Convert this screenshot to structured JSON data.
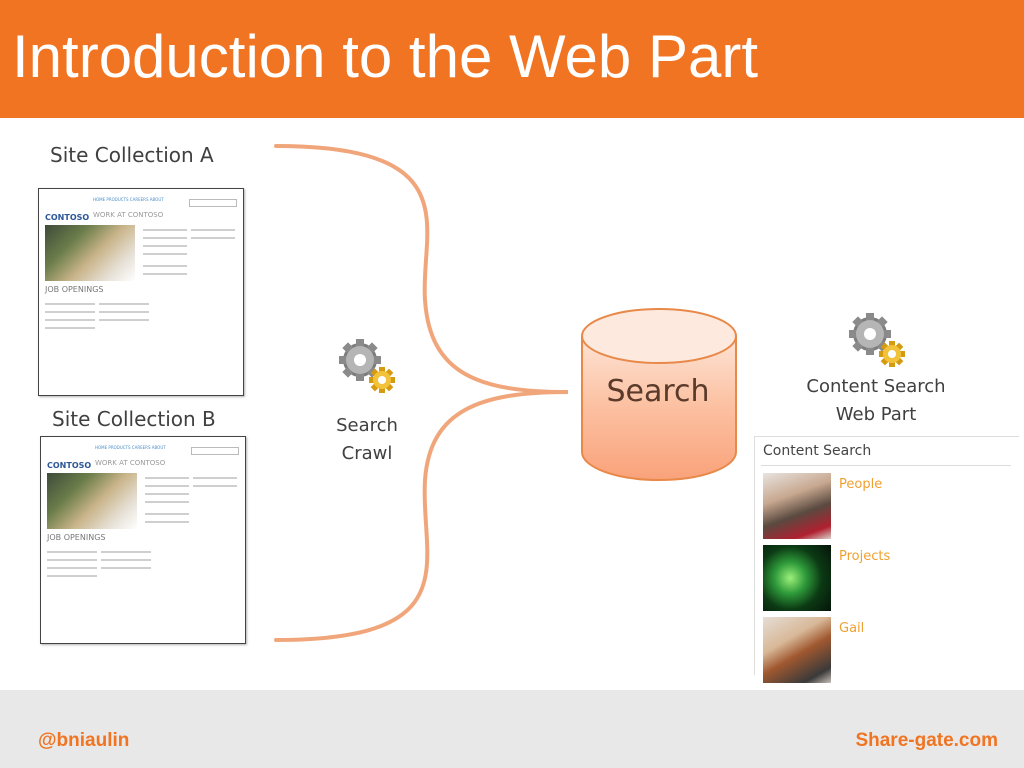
{
  "title": "Introduction to the Web Part",
  "footer": {
    "handle": "@bniaulin",
    "site": "Share-gate.com"
  },
  "sites": [
    {
      "label": "Site Collection A"
    },
    {
      "label": "Site Collection B"
    }
  ],
  "thumbnail": {
    "logo": "CONTOSO",
    "nav": "HOME   PRODUCTS   CAREERS   ABOUT",
    "heading": "WORK AT CONTOSO",
    "jobs": "JOB OPENINGS"
  },
  "crawl": {
    "line1": "Search",
    "line2": "Crawl"
  },
  "database": {
    "label": "Search"
  },
  "webpart": {
    "line1": "Content Search",
    "line2": "Web Part",
    "panel_title": "Content Search",
    "items": [
      {
        "label": "People"
      },
      {
        "label": "Projects"
      },
      {
        "label": "Gail"
      }
    ]
  },
  "colors": {
    "accent": "#f07422",
    "footer_bg": "#e8e8e8",
    "cylinder_fill": "#fbb89a",
    "cylinder_stroke": "#e8894a",
    "brace": "#f0a67a",
    "item_text": "#f0a030"
  },
  "icons": [
    "gear-icon"
  ]
}
